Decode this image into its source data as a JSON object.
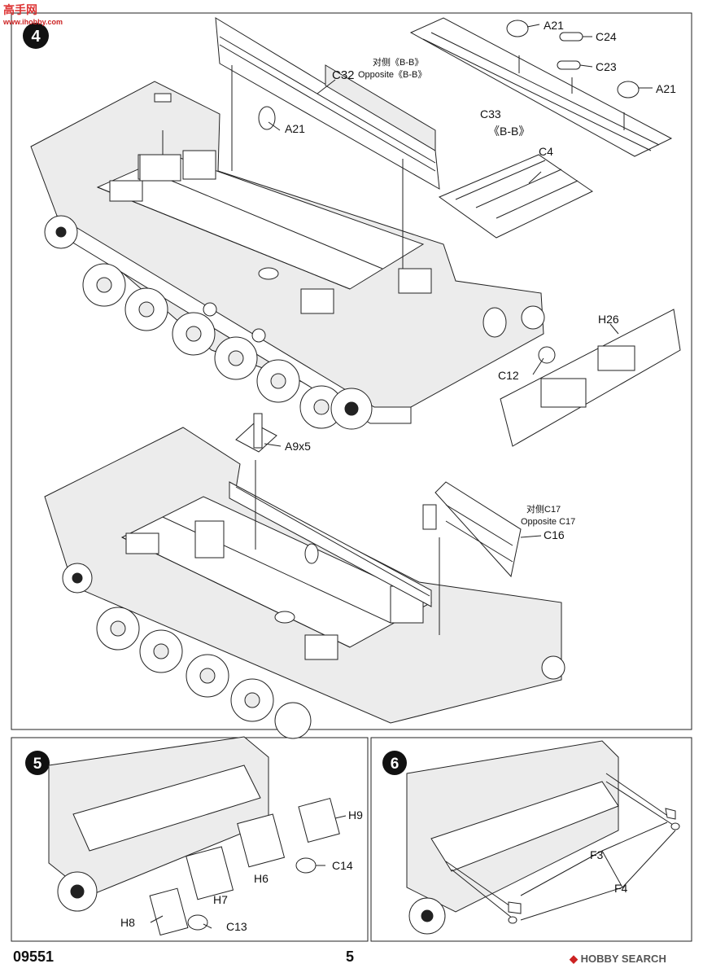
{
  "watermark_top": {
    "brand": "高手网",
    "url": "www.ihobby.com"
  },
  "steps": [
    {
      "number": "4"
    },
    {
      "number": "5"
    },
    {
      "number": "6"
    }
  ],
  "step4": {
    "labels": {
      "a21_left": "A21",
      "c32": "C32",
      "opposite_bb_cn": "对侧《B-B》",
      "opposite_bb_en": "Opposite《B-B》",
      "a21_top": "A21",
      "c24": "C24",
      "c23": "C23",
      "a21_right": "A21",
      "c33": "C33",
      "bb": "《B-B》",
      "c4": "C4",
      "h26": "H26",
      "c12": "C12"
    }
  },
  "step4b": {
    "labels": {
      "a9x5": "A9x5",
      "opposite_c17_cn": "对侧C17",
      "opposite_c17_en": "Opposite C17",
      "c16": "C16"
    }
  },
  "step5": {
    "labels": {
      "h9": "H9",
      "c14": "C14",
      "h6": "H6",
      "h7": "H7",
      "h8": "H8",
      "c13": "C13"
    }
  },
  "step6": {
    "labels": {
      "f3": "F3",
      "f4": "F4"
    }
  },
  "footer": {
    "code": "09551",
    "page": "5",
    "source": "HOBBY SEARCH"
  }
}
